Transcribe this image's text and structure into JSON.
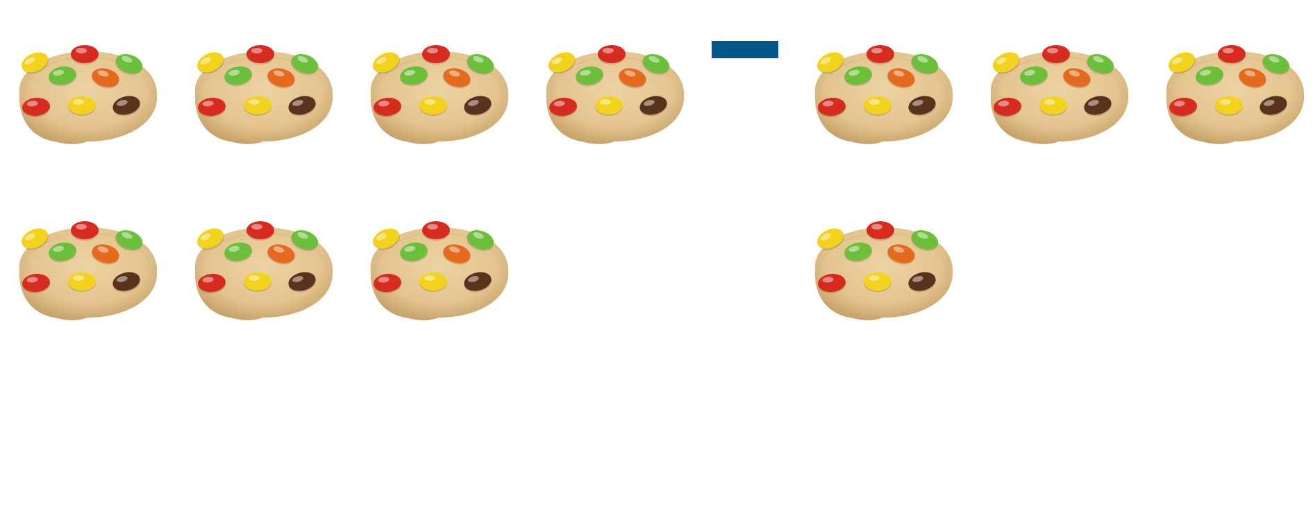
{
  "operation": "subtraction",
  "operator_symbol": "minus",
  "minuend": {
    "item": "cookie",
    "count": 7
  },
  "subtrahend": {
    "item": "cookie",
    "count": 4
  },
  "colors": {
    "minus_sign": "#02568a",
    "cookie_dough": "#e3c48f",
    "cookie_edge": "#c9a56b",
    "candy_red": "#d62b1e",
    "candy_yellow": "#f2d21b",
    "candy_green": "#6cbf3a",
    "candy_orange": "#e66a1d",
    "candy_brown": "#5a331d",
    "background": "#ffffff"
  }
}
